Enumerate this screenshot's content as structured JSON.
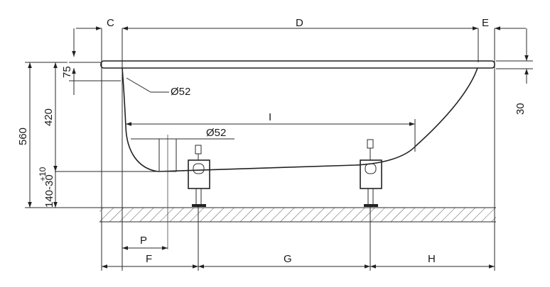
{
  "labels": {
    "C": "C",
    "D": "D",
    "E": "E",
    "F": "F",
    "G": "G",
    "H": "H",
    "I": "I",
    "P": "P",
    "d52_top": "Ø52",
    "d52_mid": "Ø52",
    "h560": "560",
    "h420": "420",
    "h75": "75",
    "h30": "30",
    "tol_plus": "+10",
    "tol_minus": "140-30"
  },
  "colors": {
    "line": "#2a2a2a",
    "background": "#ffffff",
    "hatch": "#555555"
  }
}
